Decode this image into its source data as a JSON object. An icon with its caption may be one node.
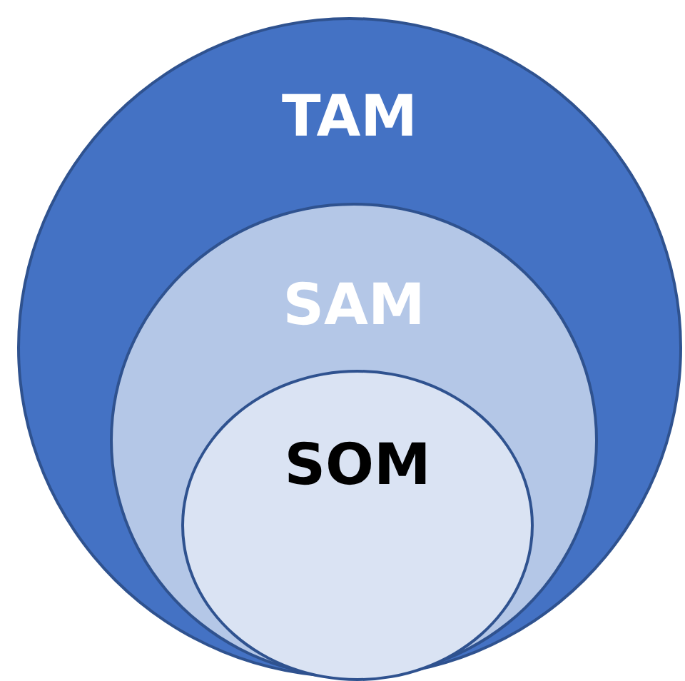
{
  "diagram": {
    "nodes": [
      {
        "text": [
          "TAM"
        ]
      },
      {
        "text": [
          "SAM"
        ],
        "in": 0
      },
      {
        "text": [
          "SOM"
        ],
        "in": 1
      }
    ]
  }
}
